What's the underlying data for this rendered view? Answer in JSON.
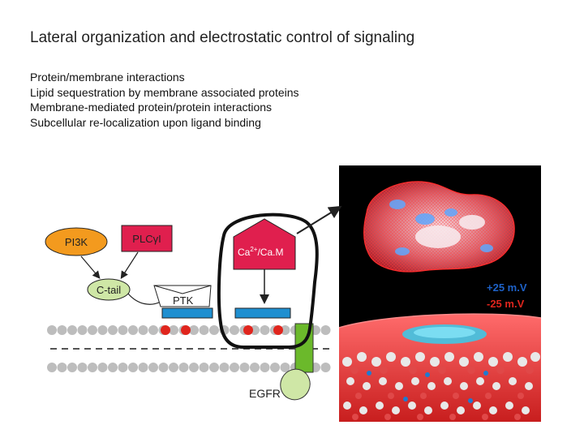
{
  "title": "Lateral organization and electrostatic control of signaling",
  "bullets": [
    "Protein/membrane interactions",
    "Lipid sequestration by membrane associated proteins",
    "Membrane-mediated protein/protein interactions",
    "Subcellular re-localization upon ligand binding"
  ],
  "diagram": {
    "pi3k": "PI3K",
    "plcg": "PLCγI",
    "ctail": "C-tail",
    "ptk": "PTK",
    "cam_ca": "Ca",
    "cam_sup": "2+",
    "cam_rest": "/Ca.M",
    "egfr": "EGFR",
    "colors": {
      "pi3k": "#f39a1e",
      "plcg": "#e01f4e",
      "cam": "#e01f4e",
      "ctail": "#cfe7a6",
      "egfr": "#6bb92b",
      "ptk_bar": "#1f8fd0",
      "lipid_head": "#bdbdbd",
      "charged_lipid": "#e0251d"
    }
  },
  "simulation": {
    "pos_label": "+25 m.V",
    "neg_label": "-25 m.V",
    "pos_color": "#1e62c8",
    "neg_color": "#e0251d"
  }
}
